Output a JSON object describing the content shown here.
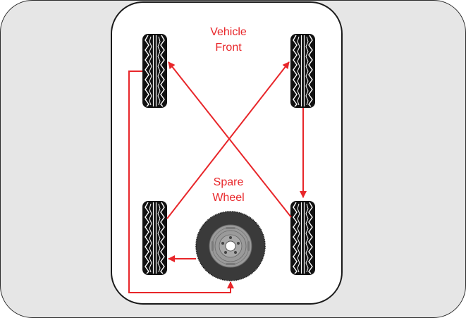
{
  "diagram": {
    "title": "Five-tire rotation pattern (with spare)",
    "labels": {
      "vehicle_front_line1": "Vehicle",
      "vehicle_front_line2": "Front",
      "spare_wheel_line1": "Spare",
      "spare_wheel_line2": "Wheel"
    },
    "colors": {
      "background": "#e6e6e6",
      "vehicle_body": "#ffffff",
      "arrow": "#e8262a",
      "tire": "#111111",
      "spare_tire": "#3a3a3a",
      "spare_hub": "#9a9a9a"
    },
    "tires": [
      {
        "id": "front-left",
        "name": "Front left tire"
      },
      {
        "id": "front-right",
        "name": "Front right tire"
      },
      {
        "id": "rear-left",
        "name": "Rear left tire"
      },
      {
        "id": "rear-right",
        "name": "Rear right tire"
      },
      {
        "id": "spare",
        "name": "Spare wheel"
      }
    ],
    "rotation": [
      {
        "from": "front-left",
        "to": "spare"
      },
      {
        "from": "spare",
        "to": "rear-left"
      },
      {
        "from": "rear-left",
        "to": "front-right"
      },
      {
        "from": "front-right",
        "to": "rear-right"
      },
      {
        "from": "rear-right",
        "to": "front-left"
      }
    ]
  }
}
